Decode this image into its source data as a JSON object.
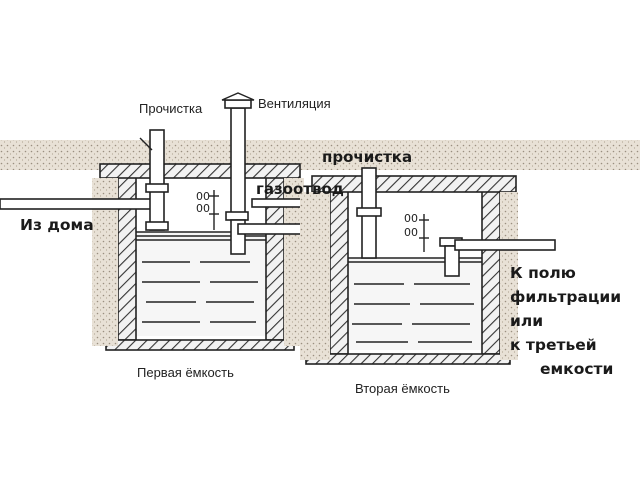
{
  "labels": {
    "cleanout_left": "Прочистка",
    "ventilation": "Вентиляция",
    "cleanout_right": "прочистка",
    "gas_vent": "газоотвод",
    "from_house": "Из дома",
    "to_field_1": "К полю",
    "to_field_2": "фильтрации",
    "to_field_3": "или",
    "to_field_4": "к третьей",
    "to_field_5": "емкости",
    "tank_1": "Первая ёмкость",
    "tank_2": "Вторая ёмкость"
  },
  "colors": {
    "ground": "#e6dfd4",
    "water": "#f4f4f4",
    "ink": "#222222"
  }
}
